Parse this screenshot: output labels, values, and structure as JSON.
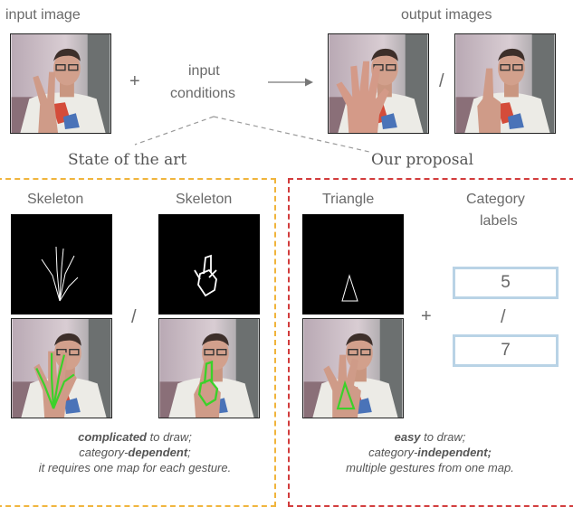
{
  "header": {
    "input_image_label": "input image",
    "plus": "+",
    "input_conditions_line1": "input",
    "input_conditions_line2": "conditions",
    "output_images_label": "output images",
    "slash": "/"
  },
  "sections": {
    "left_title": "State of the art",
    "right_title": "Our proposal"
  },
  "left": {
    "skeleton1_label": "Skeleton",
    "skeleton2_label": "Skeleton",
    "slash": "/",
    "caption": {
      "line1_bold": "complicated",
      "line1_rest": " to draw;",
      "line2_start": "category-",
      "line2_bold": "dependent",
      "line2_end": ";",
      "line3": "it requires one map for each gesture."
    }
  },
  "right": {
    "triangle_label": "Triangle",
    "category_label_line1": "Category",
    "category_label_line2": "labels",
    "plus": "+",
    "label_top": "5",
    "slash": "/",
    "label_bottom": "7",
    "caption": {
      "line1_bold": "easy",
      "line1_rest": " to draw;",
      "line2_start": "category-",
      "line2_bold": "independent;",
      "line3": "multiple gestures from one map."
    }
  },
  "colors": {
    "left_border": "#f0b43c",
    "right_border": "#d23c3c",
    "category_box": "#b9d3e6",
    "skeleton_green": "#3bd12a"
  }
}
